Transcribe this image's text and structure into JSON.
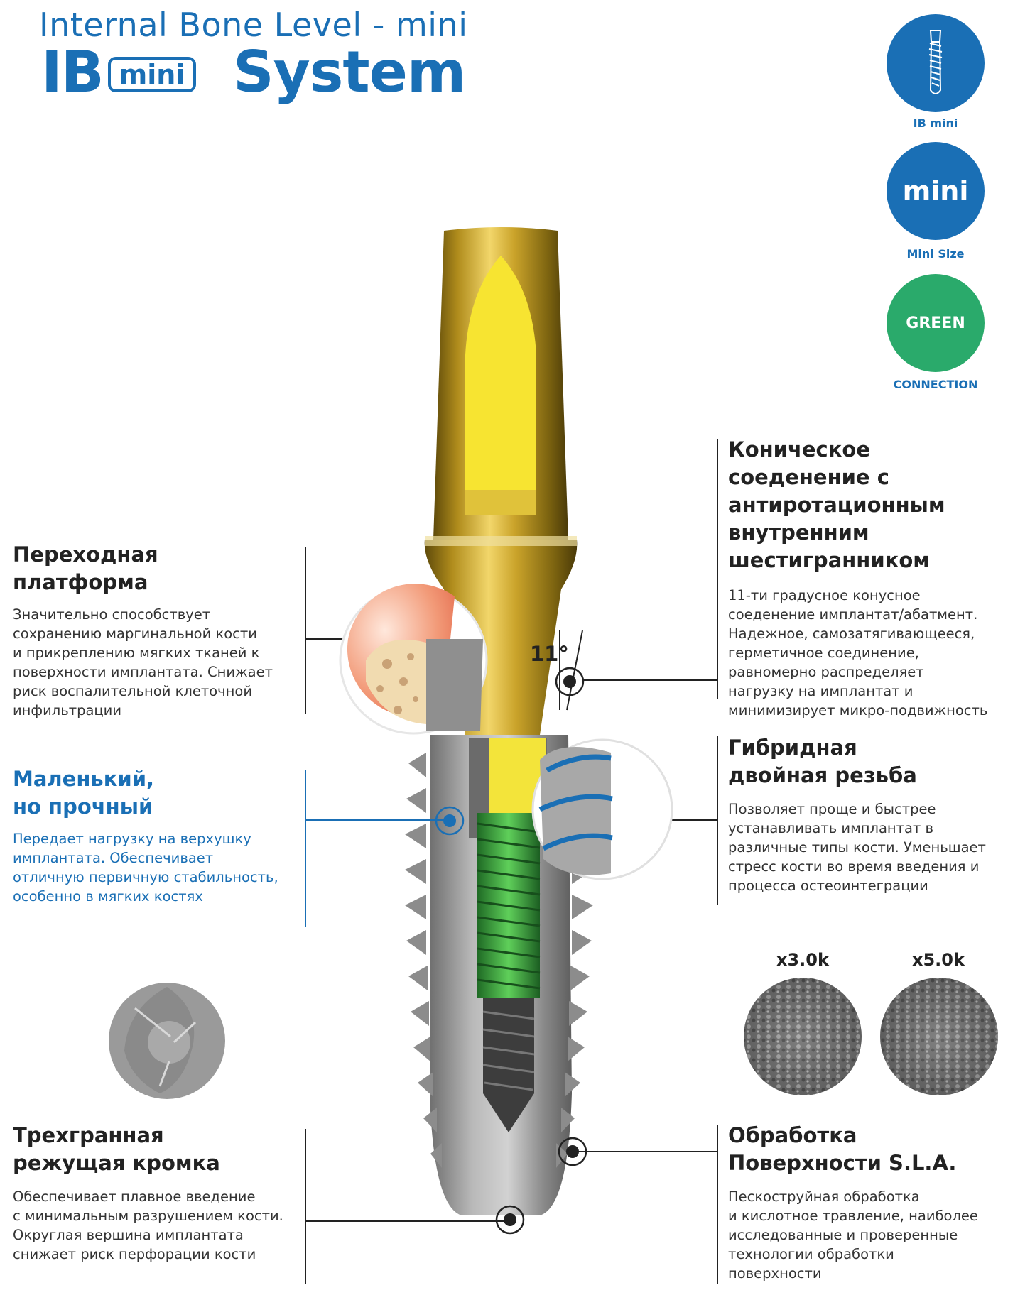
{
  "header": {
    "subtitle": "Internal Bone Level - mini",
    "brand_ib": "IB",
    "brand_mini": "mini",
    "brand_system": "System"
  },
  "badges": [
    {
      "icon": "implant-icon",
      "caption": "IB mini",
      "color": "#1a6fb5"
    },
    {
      "label": "mini",
      "caption": "Mini Size",
      "color": "#1a6fb5"
    },
    {
      "label": "GREEN",
      "caption": "CONNECTION",
      "color": "#2aaa6b"
    }
  ],
  "features": {
    "platform": {
      "title": [
        "Переходная",
        "платформа"
      ],
      "text": [
        "Значительно способствует",
        "сохранению маргинальной кости",
        "и прикреплению мягких тканей к",
        "поверхности имплантата. Снижает",
        "риск воспалительной клеточной",
        "инфильтрации"
      ]
    },
    "small": {
      "title": [
        "Маленький,",
        "но прочный"
      ],
      "text": [
        "Передает нагрузку на верхушку",
        "имплантата. Обеспечивает",
        "отличную первичную стабильность,",
        "особенно в мягких костях"
      ]
    },
    "cutting": {
      "title": [
        "Трехгранная",
        "режущая кромка"
      ],
      "text": [
        "Обеспечивает плавное введение",
        "с минимальным разрушением кости.",
        "Округлая вершина имплантата",
        "снижает риск перфорации кости"
      ]
    },
    "conical": {
      "title": [
        "Коническое",
        "соеденение с",
        "антиротационным",
        "внутренним",
        "шестигранником"
      ],
      "text": [
        "11-ти градусное конусное",
        "соеденение имплантат/абатмент.",
        "Надежное, самозатягивающееся,",
        "герметичное соединение,",
        "равномерно распределяет",
        "нагрузку на имплантат и",
        "минимизирует микро-подвижность"
      ]
    },
    "thread": {
      "title": [
        "Гибридная",
        "двойная резьба"
      ],
      "text": [
        "Позволяет проще и быстрее",
        "устанавливать имплантат в",
        "различные типы кости. Уменьшает",
        "стресс кости во время введения и",
        "процесса остеоинтеграции"
      ]
    },
    "sla": {
      "title": [
        "Обработка",
        "Поверхности S.L.A."
      ],
      "text": [
        "Пескоструйная обработка",
        "и кислотное травление, наиболее",
        "исследованные и проверенные",
        "технологии обработки",
        "поверхности"
      ]
    }
  },
  "angle_label": "11°",
  "magnifications": [
    "x3.0k",
    "x5.0k"
  ],
  "colors": {
    "brand_blue": "#1a6fb5",
    "green": "#2aaa6b",
    "gold": "#c9a227",
    "titanium": "#8d8d8d"
  }
}
